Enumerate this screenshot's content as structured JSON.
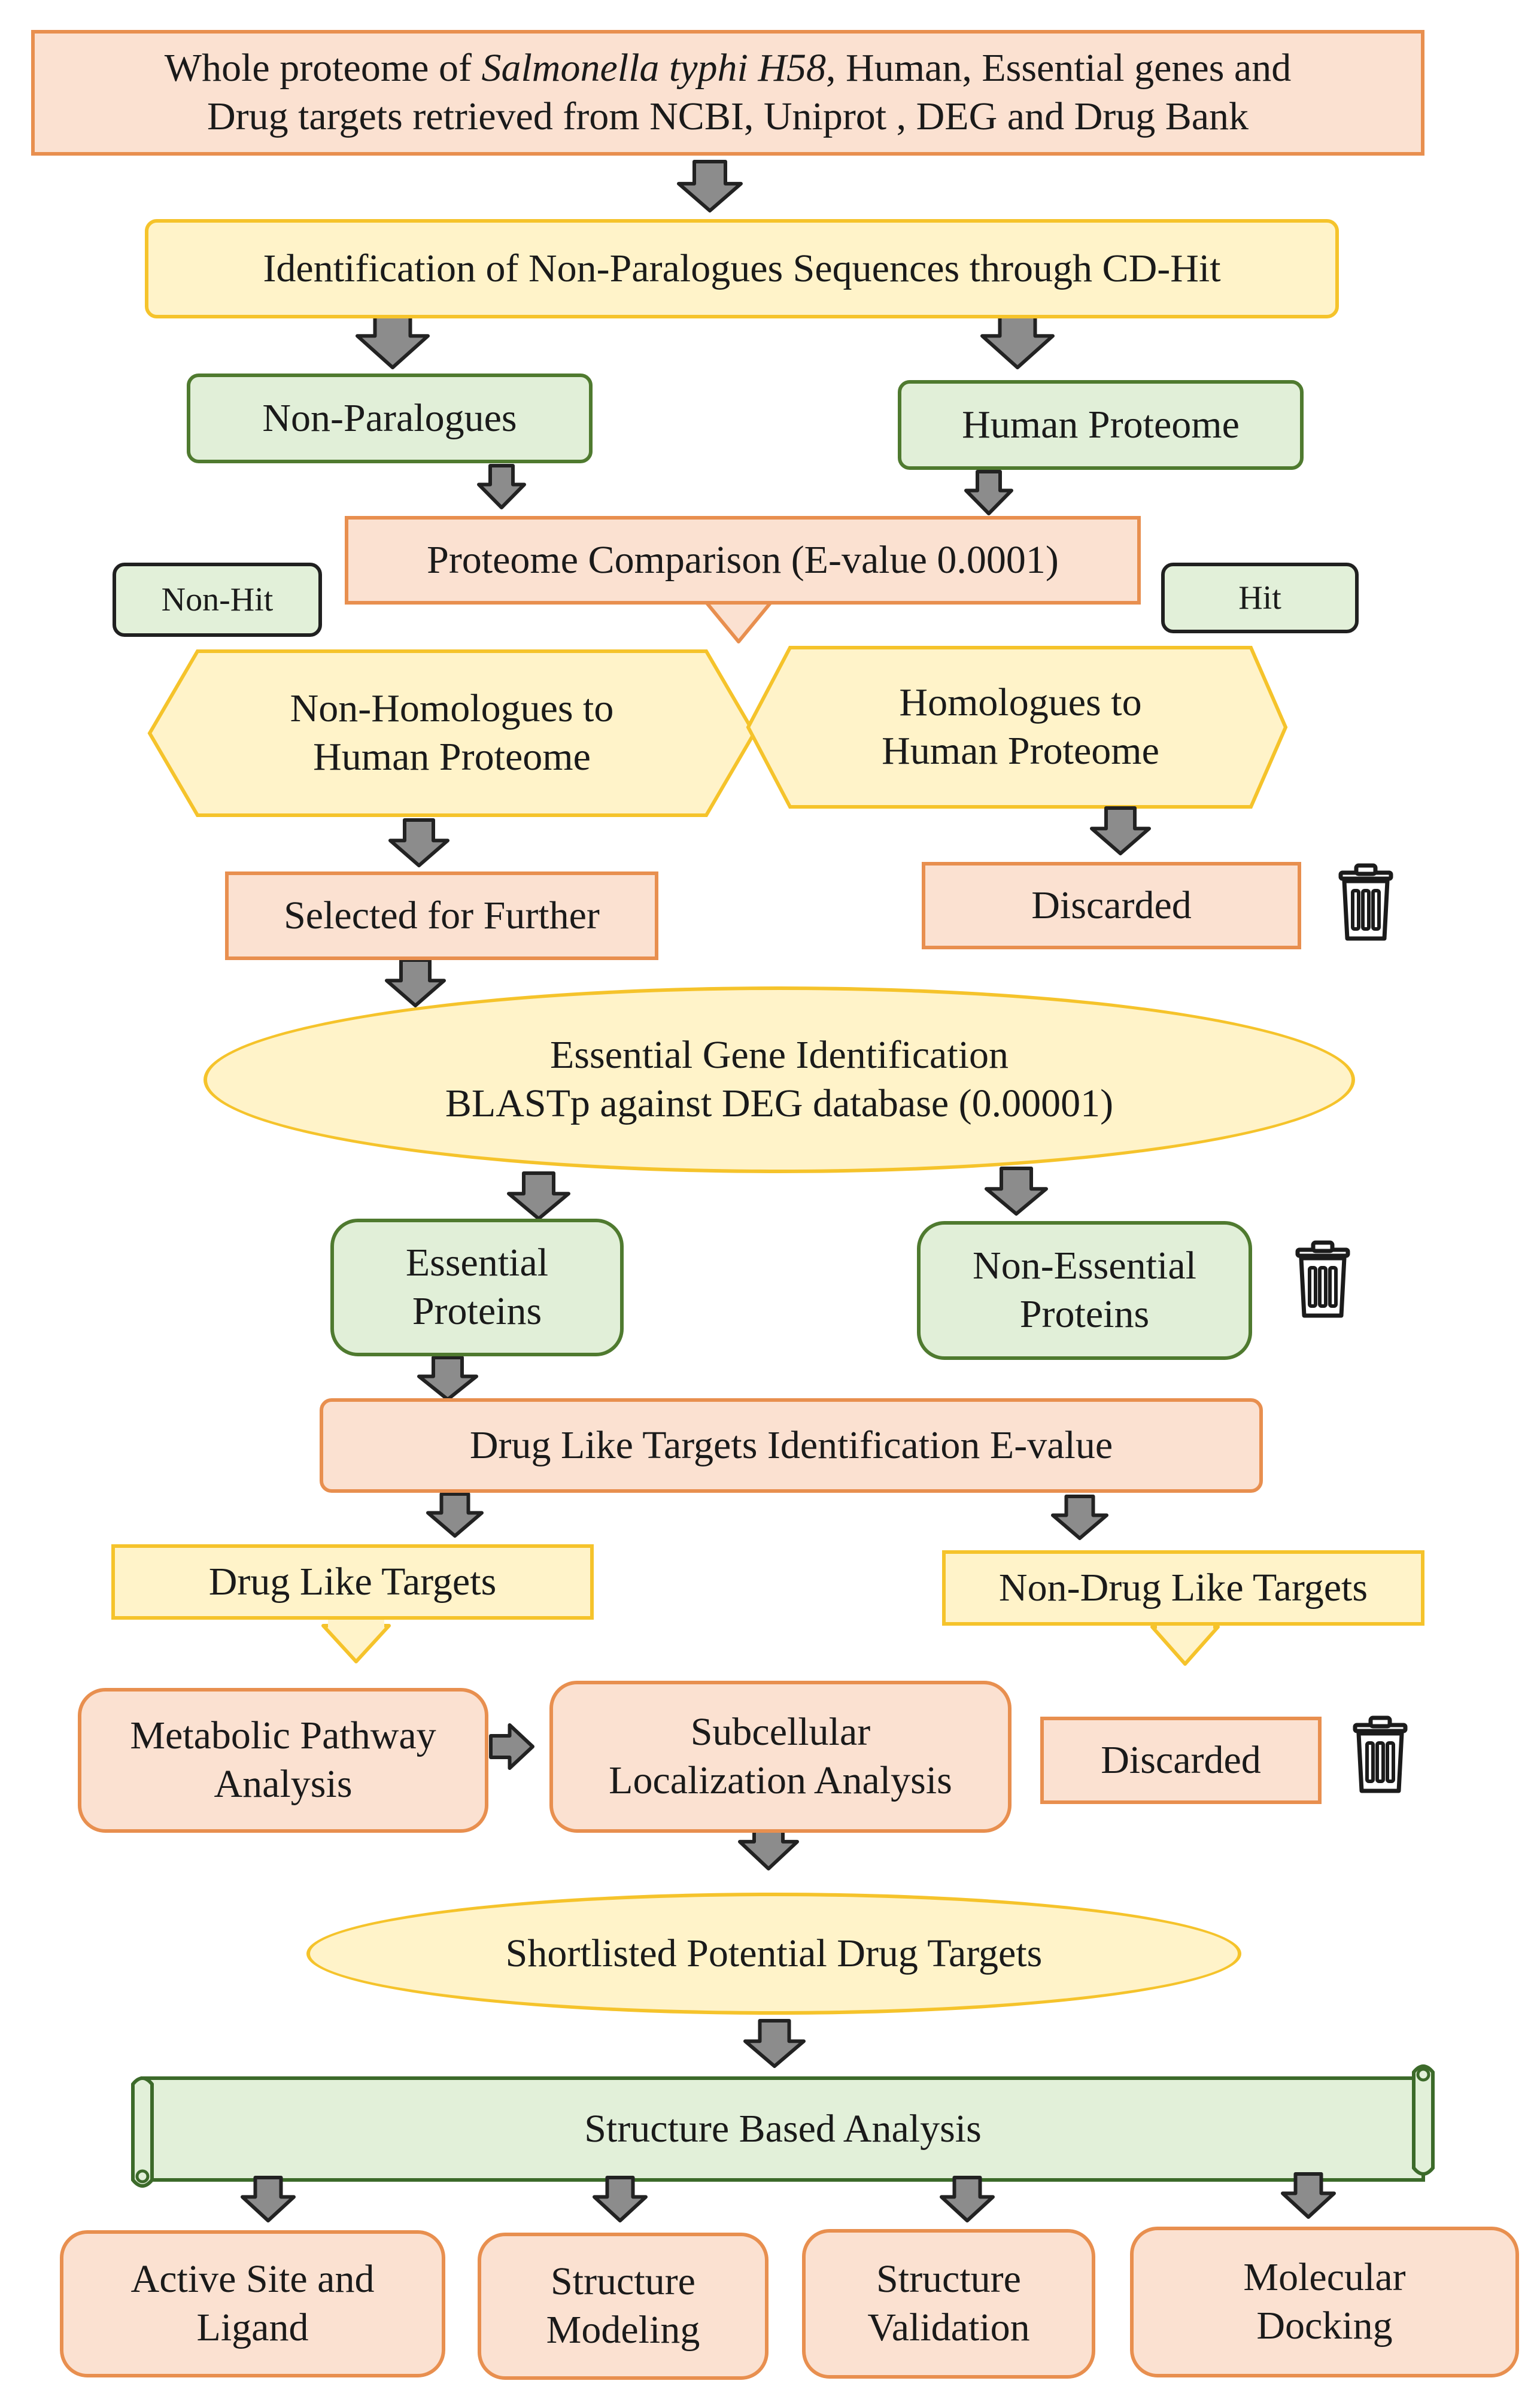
{
  "colors": {
    "peach_fill": "#fbe1d1",
    "peach_border": "#e88f4f",
    "yellow_fill": "#fff3c9",
    "yellow_border": "#f5c32b",
    "green_fill": "#e1efd8",
    "green_border": "#4f7a2f",
    "arrow_fill": "#8c8c8c",
    "arrow_border": "#222222"
  },
  "nodes": {
    "data_sources": {
      "line1_pre": "Whole proteome of ",
      "line1_italic": "Salmonella typhi H58",
      "line1_post": ", Human, Essential genes and",
      "line2": "Drug targets retrieved from NCBI, Uniprot , DEG and Drug Bank"
    },
    "cd_hit": "Identification of Non-Paralogues Sequences through CD-Hit",
    "non_paralogues": "Non-Paralogues",
    "human_proteome": "Human Proteome",
    "proteome_comparison": "Proteome Comparison (E-value 0.0001)",
    "non_hit_tag": "Non-Hit",
    "hit_tag": "Hit",
    "non_homologues": [
      "Non-Homologues to",
      "Human Proteome"
    ],
    "homologues": [
      "Homologues to",
      "Human Proteome"
    ],
    "selected_further": "Selected for Further",
    "discarded_1": "Discarded",
    "essential_gene_id": [
      "Essential Gene Identification",
      "BLASTp against DEG database (0.00001)"
    ],
    "essential_proteins": [
      "Essential",
      "Proteins"
    ],
    "non_essential_proteins": [
      "Non-Essential",
      "Proteins"
    ],
    "drug_like_id": "Drug Like Targets Identification E-value",
    "drug_like_targets": "Drug Like Targets",
    "non_drug_like_targets": "Non-Drug Like Targets",
    "metabolic_pathway": [
      "Metabolic Pathway",
      "Analysis"
    ],
    "subcellular": [
      "Subcellular",
      "Localization Analysis"
    ],
    "discarded_2": "Discarded",
    "shortlisted": "Shortlisted Potential Drug Targets",
    "structure_based": "Structure Based Analysis",
    "active_site": [
      "Active Site and",
      "Ligand"
    ],
    "structure_modeling": [
      "Structure",
      "Modeling"
    ],
    "structure_validation": [
      "Structure",
      "Validation"
    ],
    "molecular_docking": [
      "Molecular",
      "Docking"
    ]
  },
  "icons": [
    "trash-icon",
    "down-arrow-icon",
    "right-arrow-icon",
    "scroll-banner-icon"
  ]
}
